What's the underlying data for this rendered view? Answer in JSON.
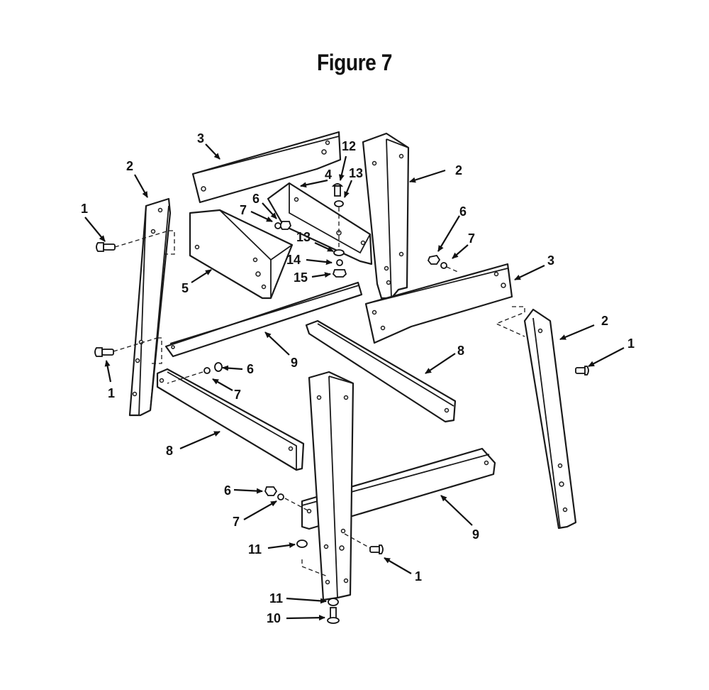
{
  "title": "Figure 7",
  "callouts": {
    "c1a": "1",
    "c1b": "1",
    "c1c": "1",
    "c1d": "1",
    "c2a": "2",
    "c2b": "2",
    "c2c": "2",
    "c3a": "3",
    "c3b": "3",
    "c4": "4",
    "c5": "5",
    "c6a": "6",
    "c6b": "6",
    "c6c": "6",
    "c6d": "6",
    "c7a": "7",
    "c7b": "7",
    "c7c": "7",
    "c7d": "7",
    "c8a": "8",
    "c8b": "8",
    "c9a": "9",
    "c9b": "9",
    "c10": "10",
    "c11a": "11",
    "c11b": "11",
    "c12": "12",
    "c13a": "13",
    "c13b": "13",
    "c14": "14",
    "c15": "15"
  },
  "colors": {
    "line": "#1a1a1a",
    "background": "#ffffff"
  }
}
